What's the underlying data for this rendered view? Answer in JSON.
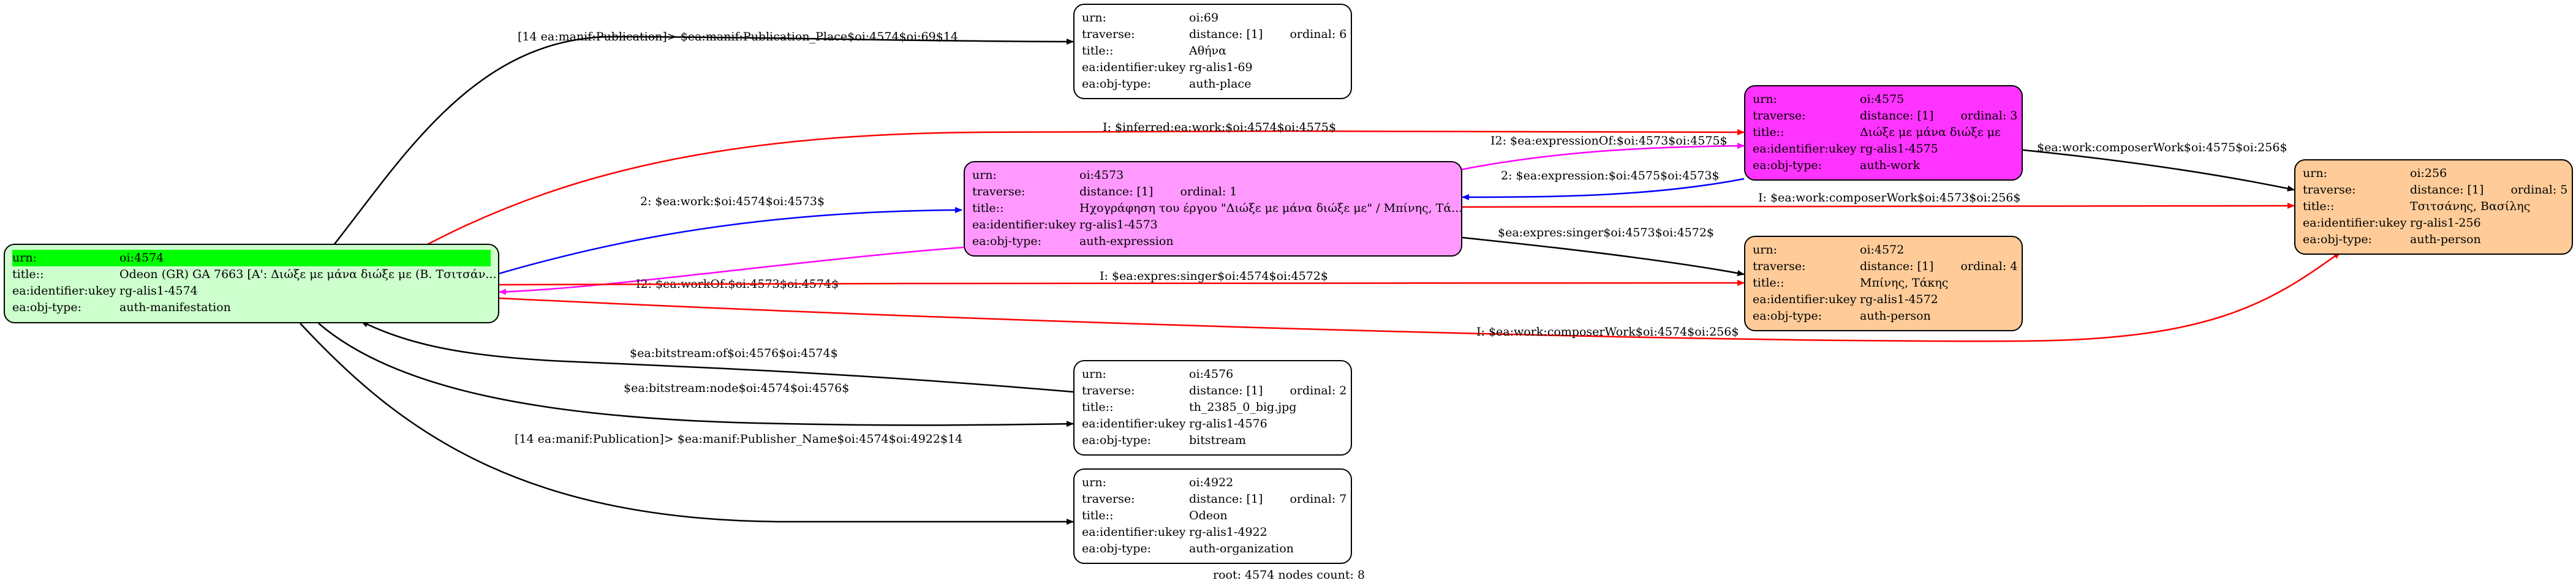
{
  "nodes": {
    "n4574": {
      "fill": "#ccffcc",
      "rows": [
        {
          "key": "urn:",
          "value": "oi:4574",
          "highlight": true
        },
        {
          "key": "title::",
          "value": "Odeon (GR) GA 7663 [A': Διώξε με μάνα διώξε με (Β. Τσιτσάν..."
        },
        {
          "key": "ea:identifier:ukey",
          "value": "rg-alis1-4574"
        },
        {
          "key": "ea:obj-type:",
          "value": "auth-manifestation"
        }
      ]
    },
    "n69": {
      "fill": "#ffffff",
      "rows": [
        {
          "key": "urn:",
          "value": "oi:69"
        },
        {
          "key": "traverse:",
          "value": "distance: [1]",
          "extra": "ordinal: 6"
        },
        {
          "key": "title::",
          "value": "Αθήνα"
        },
        {
          "key": "ea:identifier:ukey",
          "value": "rg-alis1-69"
        },
        {
          "key": "ea:obj-type:",
          "value": "auth-place"
        }
      ]
    },
    "n4573": {
      "fill": "#ff99ff",
      "rows": [
        {
          "key": "urn:",
          "value": "oi:4573"
        },
        {
          "key": "traverse:",
          "value": "distance: [1]",
          "extra": "ordinal: 1"
        },
        {
          "key": "title::",
          "value": "Ηχογράφηση του έργου \"Διώξε με μάνα διώξε με\" / Μπίνης, Τά..."
        },
        {
          "key": "ea:identifier:ukey",
          "value": "rg-alis1-4573"
        },
        {
          "key": "ea:obj-type:",
          "value": "auth-expression"
        }
      ]
    },
    "n4575": {
      "fill": "#ff33ff",
      "rows": [
        {
          "key": "urn:",
          "value": "oi:4575"
        },
        {
          "key": "traverse:",
          "value": "distance: [1]",
          "extra": "ordinal: 3"
        },
        {
          "key": "title::",
          "value": "Διώξε με μάνα διώξε με"
        },
        {
          "key": "ea:identifier:ukey",
          "value": "rg-alis1-4575"
        },
        {
          "key": "ea:obj-type:",
          "value": "auth-work"
        }
      ]
    },
    "n4572": {
      "fill": "#ffcc99",
      "rows": [
        {
          "key": "urn:",
          "value": "oi:4572"
        },
        {
          "key": "traverse:",
          "value": "distance: [1]",
          "extra": "ordinal: 4"
        },
        {
          "key": "title::",
          "value": "Μπίνης, Τάκης"
        },
        {
          "key": "ea:identifier:ukey",
          "value": "rg-alis1-4572"
        },
        {
          "key": "ea:obj-type:",
          "value": "auth-person"
        }
      ]
    },
    "n256": {
      "fill": "#ffcc99",
      "rows": [
        {
          "key": "urn:",
          "value": "oi:256"
        },
        {
          "key": "traverse:",
          "value": "distance: [1]",
          "extra": "ordinal: 5"
        },
        {
          "key": "title::",
          "value": "Τσιτσάνης, Βασίλης"
        },
        {
          "key": "ea:identifier:ukey",
          "value": "rg-alis1-256"
        },
        {
          "key": "ea:obj-type:",
          "value": "auth-person"
        }
      ]
    },
    "n4576": {
      "fill": "#ffffff",
      "rows": [
        {
          "key": "urn:",
          "value": "oi:4576"
        },
        {
          "key": "traverse:",
          "value": "distance: [1]",
          "extra": "ordinal: 2"
        },
        {
          "key": "title::",
          "value": "th_2385_0_big.jpg"
        },
        {
          "key": "ea:identifier:ukey",
          "value": "rg-alis1-4576"
        },
        {
          "key": "ea:obj-type:",
          "value": "bitstream"
        }
      ]
    },
    "n4922": {
      "fill": "#ffffff",
      "rows": [
        {
          "key": "urn:",
          "value": "oi:4922"
        },
        {
          "key": "traverse:",
          "value": "distance: [1]",
          "extra": "ordinal: 7"
        },
        {
          "key": "title::",
          "value": "Odeon"
        },
        {
          "key": "ea:identifier:ukey",
          "value": "rg-alis1-4922"
        },
        {
          "key": "ea:obj-type:",
          "value": "auth-organization"
        }
      ]
    }
  },
  "edges": [
    {
      "id": "e-place",
      "label": "[14 ea:manif:Publication]> $ea:manif:Publication_Place$oi:4574$oi:69$14",
      "color": "#000000"
    },
    {
      "id": "e-inferred",
      "label": "I: $inferred:ea:work:$oi:4574$oi:4575$",
      "color": "#ff0000"
    },
    {
      "id": "e-work",
      "label": "2: $ea:work:$oi:4574$oi:4573$",
      "color": "#0000ff"
    },
    {
      "id": "e-workof",
      "label": "I2: $ea:workOf:$oi:4573$oi:4574$",
      "color": "#ff00ff"
    },
    {
      "id": "e-exprof",
      "label": "I2: $ea:expressionOf:$oi:4573$oi:4575$",
      "color": "#ff00ff"
    },
    {
      "id": "e-expr",
      "label": "2: $ea:expression:$oi:4575$oi:4573$",
      "color": "#0000ff"
    },
    {
      "id": "e-cw4575",
      "label": "$ea:work:composerWork$oi:4575$oi:256$",
      "color": "#000000"
    },
    {
      "id": "e-cw4573",
      "label": "I: $ea:work:composerWork$oi:4573$oi:256$",
      "color": "#ff0000"
    },
    {
      "id": "e-singer4573",
      "label": "$ea:expres:singer$oi:4573$oi:4572$",
      "color": "#000000"
    },
    {
      "id": "e-singer4574",
      "label": "I: $ea:expres:singer$oi:4574$oi:4572$",
      "color": "#ff0000"
    },
    {
      "id": "e-cw4574",
      "label": "I: $ea:work:composerWork$oi:4574$oi:256$",
      "color": "#ff0000"
    },
    {
      "id": "e-bsof",
      "label": "$ea:bitstream:of$oi:4576$oi:4574$",
      "color": "#000000"
    },
    {
      "id": "e-bsnode",
      "label": "$ea:bitstream:node$oi:4574$oi:4576$",
      "color": "#000000"
    },
    {
      "id": "e-publisher",
      "label": "[14 ea:manif:Publication]> $ea:manif:Publisher_Name$oi:4574$oi:4922$14",
      "color": "#000000"
    }
  ],
  "footer": "root: 4574 nodes count: 8"
}
